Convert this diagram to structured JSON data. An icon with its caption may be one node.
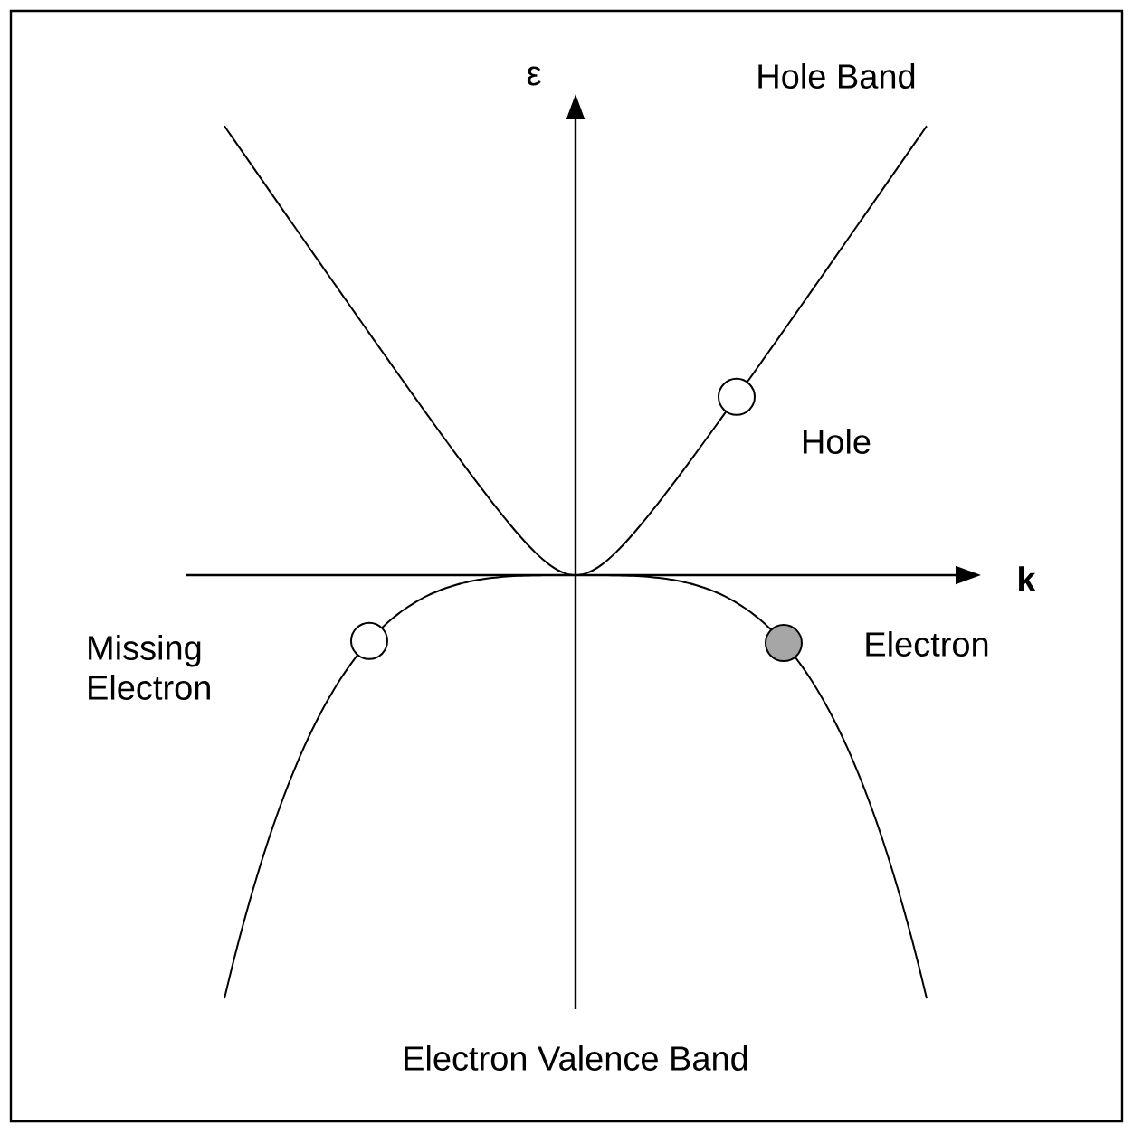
{
  "diagram": {
    "labels": [
      "ε",
      "Hole Band",
      "Hole",
      "k",
      "Missing Electron",
      "Electron",
      "Electron Valence Band"
    ]
  }
}
